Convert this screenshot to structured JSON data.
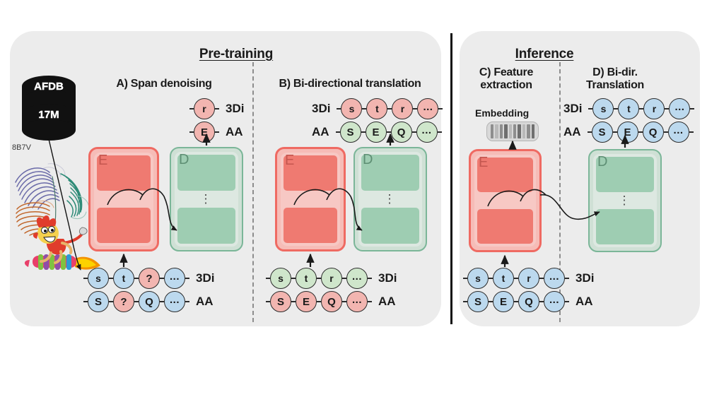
{
  "sections": [
    {
      "id": "pretraining",
      "title": "Pre-training"
    },
    {
      "id": "inference",
      "title": "Inference"
    }
  ],
  "panels": [
    {
      "id": "A",
      "title": "A) Span denoising"
    },
    {
      "id": "B",
      "title": "B) Bi-directional translation"
    },
    {
      "id": "C",
      "title": "C) Feature\nextraction"
    },
    {
      "id": "D",
      "title": "D) Bi-dir.\nTranslation"
    }
  ],
  "labels": {
    "threedi": "3Di",
    "aa": "AA",
    "encoder": "E",
    "decoder": "D",
    "embedding": "Embedding",
    "database_name": "AFDB",
    "database_count": "17M",
    "structure_id": "8B7V",
    "ellipsis": "..."
  },
  "panelA": {
    "output": {
      "threedi": {
        "tokens": [
          "r"
        ],
        "color": "red"
      },
      "aa": {
        "tokens": [
          "E"
        ],
        "color": "red"
      }
    },
    "input": {
      "threedi": {
        "tokens": [
          "s",
          "t",
          "?",
          "..."
        ],
        "colors": [
          "blue",
          "blue",
          "red",
          "blue"
        ]
      },
      "aa": {
        "tokens": [
          "S",
          "?",
          "Q",
          "..."
        ],
        "colors": [
          "blue",
          "red",
          "blue",
          "blue"
        ]
      }
    }
  },
  "panelB": {
    "output": {
      "threedi": {
        "tokens": [
          "s",
          "t",
          "r",
          "..."
        ],
        "color": "red"
      },
      "aa": {
        "tokens": [
          "S",
          "E",
          "Q",
          "..."
        ],
        "color": "green"
      }
    },
    "input": {
      "threedi": {
        "tokens": [
          "s",
          "t",
          "r",
          "..."
        ],
        "color": "green"
      },
      "aa": {
        "tokens": [
          "S",
          "E",
          "Q",
          "..."
        ],
        "color": "red"
      }
    }
  },
  "panelC": {
    "input": {
      "threedi": {
        "tokens": [
          "s",
          "t",
          "r",
          "..."
        ],
        "color": "blue"
      },
      "aa": {
        "tokens": [
          "S",
          "E",
          "Q",
          "..."
        ],
        "color": "blue"
      }
    }
  },
  "panelD": {
    "output": {
      "threedi": {
        "tokens": [
          "s",
          "t",
          "r",
          "..."
        ],
        "color": "blue"
      },
      "aa": {
        "tokens": [
          "S",
          "E",
          "Q",
          "..."
        ],
        "color": "blue"
      }
    }
  },
  "colors": {
    "panel_background": "#ececec",
    "encoder_fill": "#ef7a71",
    "encoder_border": "#ef6a62",
    "decoder_fill": "#9ecdb2",
    "decoder_border": "#7bb698",
    "token_blue": "#bcd9ee",
    "token_red": "#f2b5b0",
    "token_green": "#cfe6cb",
    "divider": "#8d8d8d"
  }
}
